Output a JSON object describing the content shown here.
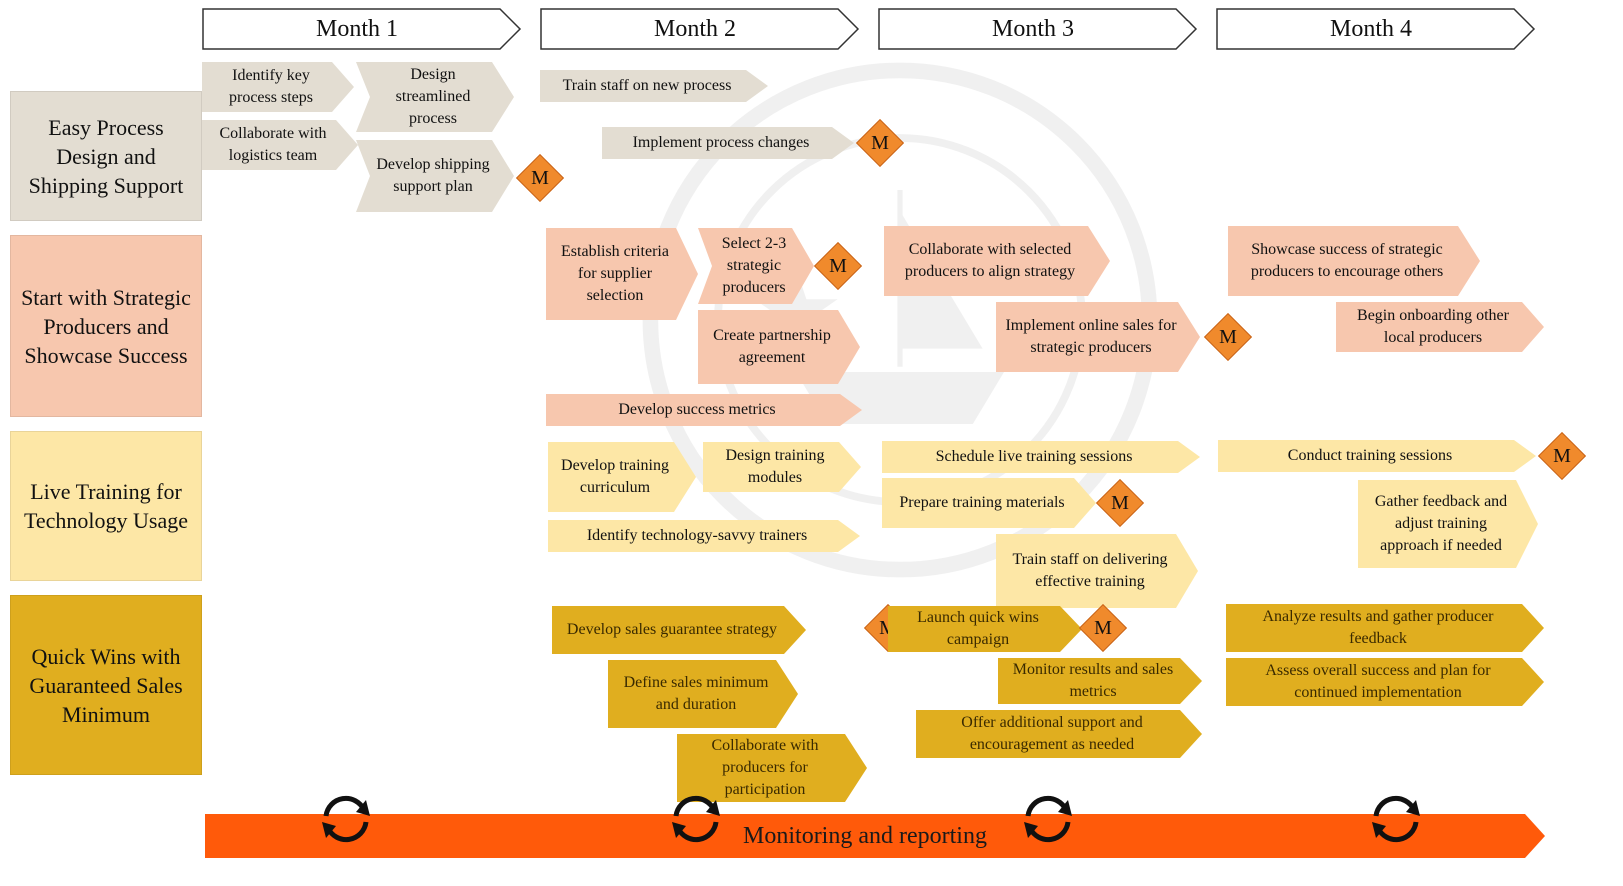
{
  "months": [
    "Month 1",
    "Month 2",
    "Month 3",
    "Month 4"
  ],
  "rows": [
    {
      "label": "Easy Process Design and Shipping Support"
    },
    {
      "label": "Start with Strategic Producers and Showcase Success"
    },
    {
      "label": "Live Training for Technology Usage"
    },
    {
      "label": "Quick Wins with Guaranteed Sales Minimum"
    }
  ],
  "tasks": [
    "Identify key process steps",
    "Design streamlined process",
    "Collaborate with logistics team",
    "Develop shipping support plan",
    "Train staff on new process",
    "Implement process changes",
    "Establish criteria for supplier selection",
    "Select 2-3 strategic producers",
    "Create partnership agreement",
    "Develop success metrics",
    "Collaborate with selected producers to align strategy",
    "Implement online sales for strategic producers",
    "Showcase success of strategic producers to encourage others",
    "Begin onboarding other local producers",
    "Develop training curriculum",
    "Design training modules",
    "Identify technology-savvy trainers",
    "Schedule live training sessions",
    "Prepare training materials",
    "Train staff on delivering effective training",
    "Conduct training sessions",
    "Gather feedback and adjust training approach if needed",
    "Develop sales guarantee strategy",
    "Define sales minimum and duration",
    "Collaborate with producers for participation",
    "Launch quick wins campaign",
    "Monitor results and sales metrics",
    "Offer additional support and encouragement as needed",
    "Analyze results and gather producer feedback",
    "Assess overall success and plan for continued implementation"
  ],
  "milestone_label": "M",
  "bottom_bar": "Monitoring and reporting",
  "colors": {
    "row1": "#e3ddd2",
    "row2": "#f7c7ae",
    "row3": "#fde7a6",
    "row4": "#e0ae1f",
    "milestone": "#f08a2c",
    "bar": "#ff5a0a"
  },
  "icons": {
    "cycle": "refresh-cycle-icon",
    "milestone": "milestone-diamond-icon",
    "watermark": "university-seal-watermark"
  }
}
